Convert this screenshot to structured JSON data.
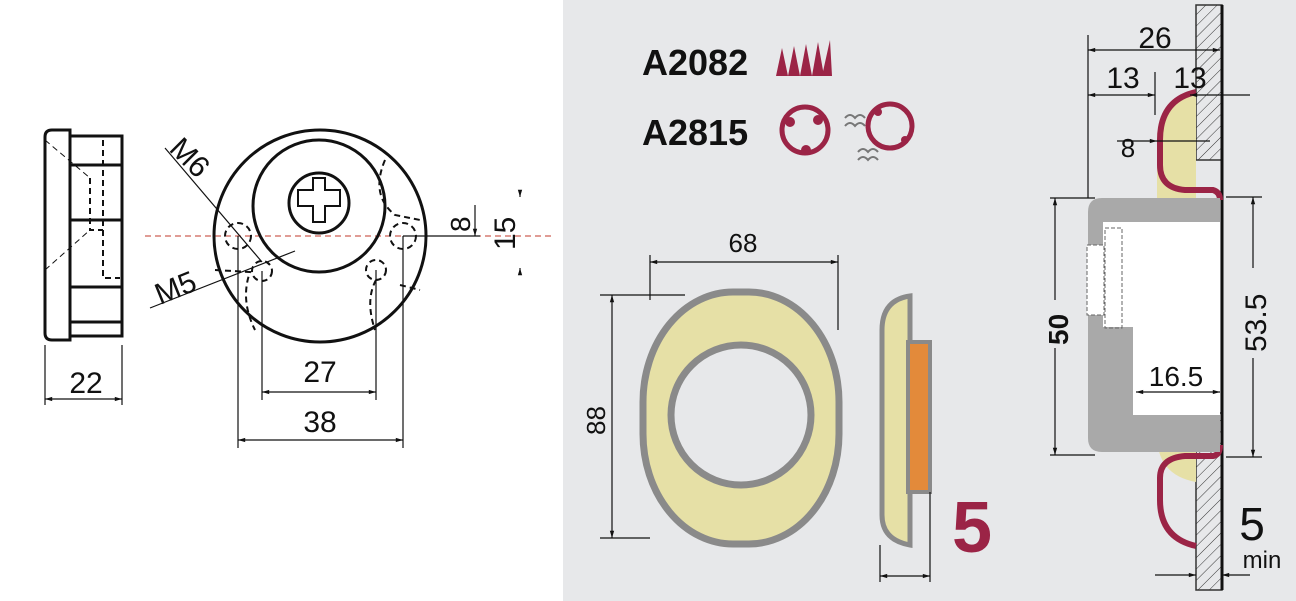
{
  "colors": {
    "panel": "#e7e8ea",
    "yellow": "#e6e0a6",
    "red": "#9b2446",
    "orange": "#e38a3a",
    "grey": "#a9a9a9",
    "centerline": "#c0392b"
  },
  "left_drawing": {
    "width_dim": "22",
    "thread_m6": "M6",
    "thread_m5": "M5",
    "hole_spacing_small": "27",
    "hole_spacing_large": "38",
    "offset_8": "8",
    "offset_15": "15"
  },
  "codes": [
    {
      "label": "A2082",
      "icon": "hatch-stripes-icon"
    },
    {
      "label": "A2815",
      "icon": "ring-spring-icon"
    }
  ],
  "rosette": {
    "width": "68",
    "height": "88",
    "thickness": "5"
  },
  "section": {
    "overall": "26",
    "part_a": "13",
    "part_b": "13",
    "rim": "8",
    "height_50": "50",
    "height_53_5": "53.5",
    "depth": "16.5",
    "wall_min": "5",
    "wall_min_unit": "min"
  }
}
